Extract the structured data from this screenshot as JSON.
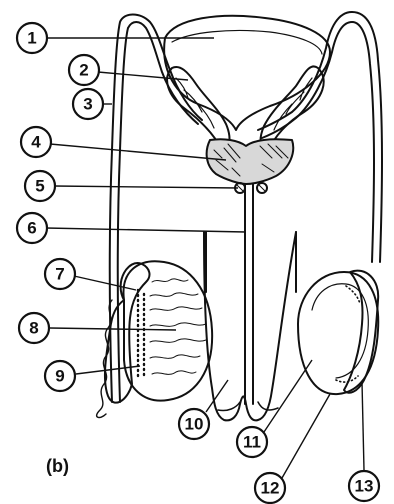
{
  "figure": {
    "panel_label": "(b)",
    "callouts": [
      "1",
      "2",
      "3",
      "4",
      "5",
      "6",
      "7",
      "8",
      "9",
      "10",
      "11",
      "12",
      "13"
    ]
  }
}
